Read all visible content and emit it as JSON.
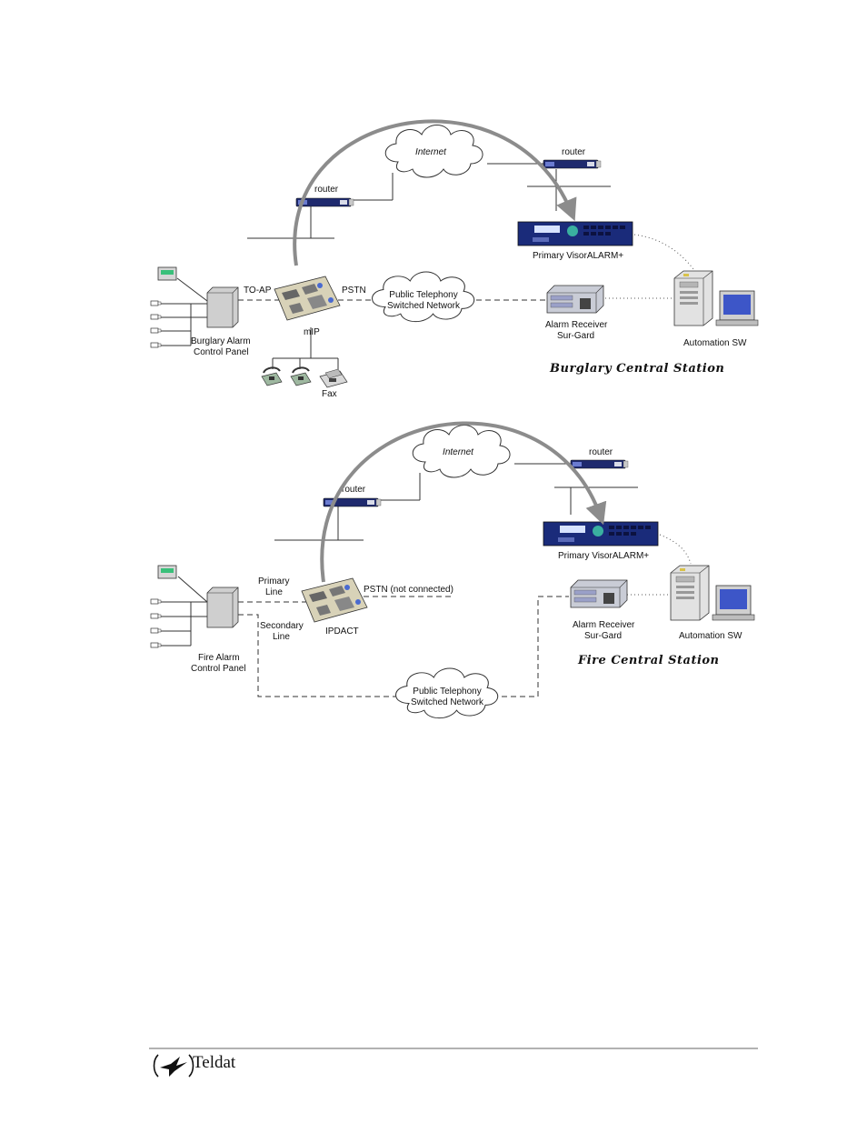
{
  "burglary": {
    "internet": "Internet",
    "router_right": "router",
    "router_left": "router",
    "primary": "Primary VisorALARM+",
    "to_ap": "TO-AP",
    "pstn": "PSTN",
    "cloud_line1": "Public Telephony",
    "cloud_line2": "Switched Network",
    "receiver_line1": "Alarm Receiver",
    "receiver_line2": "Sur-Gard",
    "automation": "Automation SW",
    "panel_line1": "Burglary Alarm",
    "panel_line2": "Control Panel",
    "device": "mIP",
    "fax": "Fax",
    "station": "Burglary Central Station"
  },
  "fire": {
    "internet": "Internet",
    "router_right": "router",
    "router_left": "router",
    "primary": "Primary VisorALARM+",
    "primary_line1": "Primary",
    "primary_line2": "Line",
    "pstn": "PSTN (not connected)",
    "secondary_line1": "Secondary",
    "secondary_line2": "Line",
    "device": "IPDACT",
    "panel_line1": "Fire Alarm",
    "panel_line2": "Control Panel",
    "receiver_line1": "Alarm Receiver",
    "receiver_line2": "Sur-Gard",
    "automation": "Automation SW",
    "station": "Fire Central Station",
    "cloud_line1": "Public Telephony",
    "cloud_line2": "Switched Network"
  },
  "footer": {
    "brand": "Teldat"
  },
  "colors": {
    "arc": "#8c8c8c",
    "router": "#1f2a6e",
    "visoralarm": "#1a2b7a",
    "line": "#333333"
  }
}
